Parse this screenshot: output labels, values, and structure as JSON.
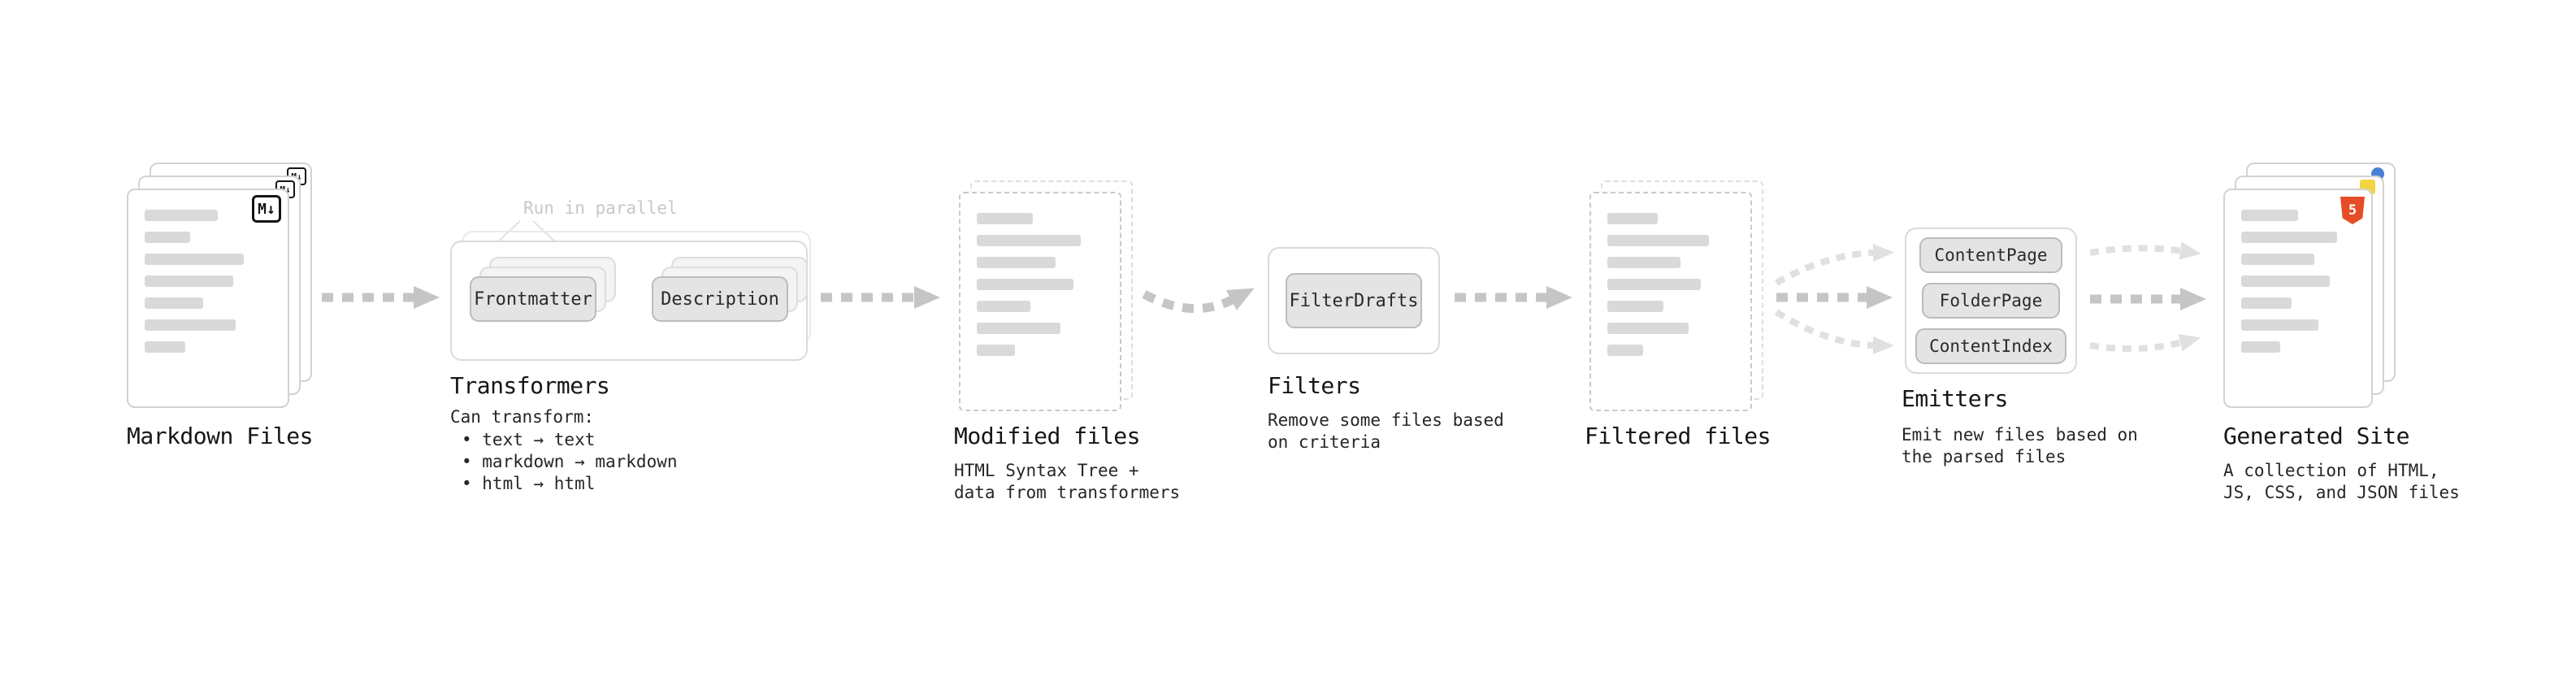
{
  "colors": {
    "page-bg": "#ffffff",
    "arrow-gray": "#c5c5c5",
    "arrow-light": "#e0e0e0",
    "card-border": "#d2d2d2",
    "dashed-border": "#c9c9c9",
    "bar-gray": "#d9d9d9",
    "pill-bg": "#e4e4e4",
    "pill-border": "#bcbcbc",
    "title-color": "#161616",
    "caption-color": "#262626",
    "annotation-gray": "#c8c8c8",
    "html5-orange": "#e44d26",
    "js-yellow": "#f3d441",
    "blue-badge": "#4a7fd6"
  },
  "diagram": {
    "markdown_files": {
      "title": "Markdown Files",
      "badge": "M↓",
      "bars": [
        58,
        36,
        78,
        70,
        46,
        72,
        32
      ]
    },
    "transformers": {
      "annotation": "Run in parallel",
      "box_frontmatter": "Frontmatter",
      "box_description": "Description",
      "title": "Transformers",
      "caption_heading": "Can transform:",
      "bullets": [
        "• text → text",
        "• markdown → markdown",
        "• html → html"
      ]
    },
    "modified_files": {
      "title": "Modified files",
      "caption_lines": [
        "HTML Syntax Tree +",
        "data from transformers"
      ],
      "bars": [
        44,
        82,
        62,
        76,
        42,
        66,
        30
      ]
    },
    "filters": {
      "title": "Filters",
      "box_filterdrafts": "FilterDrafts",
      "caption_lines": [
        "Remove some files based",
        "on criteria"
      ]
    },
    "filtered_files": {
      "title": "Filtered files",
      "bars": [
        40,
        80,
        58,
        74,
        44,
        64,
        28
      ]
    },
    "emitters": {
      "title": "Emitters",
      "boxes": [
        "ContentPage",
        "FolderPage",
        "ContentIndex"
      ],
      "caption_lines": [
        "Emit new files based on",
        "the parsed files"
      ]
    },
    "generated_site": {
      "title": "Generated Site",
      "html5_badge": "5",
      "caption_lines": [
        "A collection of HTML,",
        "JS, CSS, and JSON files"
      ],
      "bars": [
        50,
        84,
        64,
        78,
        44,
        68,
        34
      ]
    }
  }
}
